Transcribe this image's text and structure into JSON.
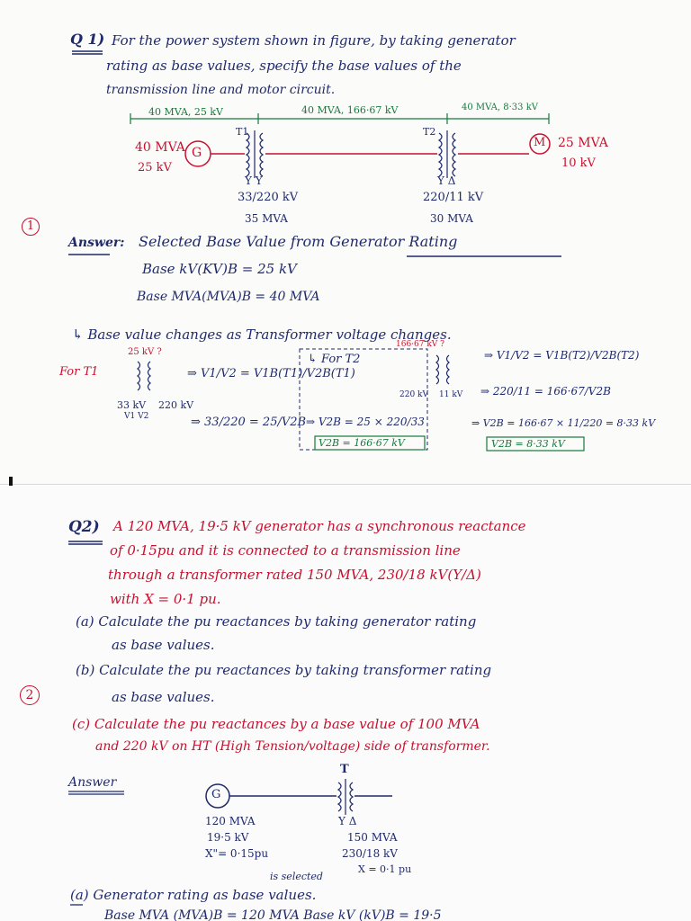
{
  "page1": {
    "margin_number": "1",
    "q1": {
      "label": "Q 1)",
      "line1": "For the power system shown in figure, by taking generator",
      "line2": "rating as base values, specify the base values of the",
      "line3": "transmission line and motor circuit."
    },
    "diagram": {
      "zone1": "40 MVA, 25 kV",
      "zone2": "40 MVA, 166·67 kV",
      "zone3": "40 MVA, 8·33 kV",
      "gen_mva": "40 MVA",
      "gen_kv": "25 kV",
      "gen_symbol": "G",
      "motor_symbol": "M",
      "motor_mva": "25 MVA",
      "motor_kv": "10 kV",
      "t1_label": "T1",
      "t2_label": "T2",
      "t1_conn": "Y Y",
      "t2_conn": "Y Δ",
      "t1_ratio": "33/220 kV",
      "t1_mva": "35 MVA",
      "t2_ratio": "220/11 kV",
      "t2_mva": "30 MVA"
    },
    "answer": {
      "label": "Answer:",
      "selected": "Selected Base Value from Generator Rating",
      "base_kv": "Base kV(KV)B = 25 kV",
      "base_mva": "Base MVA(MVA)B = 40 MVA",
      "changes": "↳ Base value changes as Transformer voltage changes."
    },
    "t1_calc": {
      "for": "For T1",
      "zone_top": "25 kV ?",
      "left_kv": "33 kV",
      "right_kv": "220 kV",
      "v_labels": "V1   V2",
      "eq1": "⇒ V1/V2 = V1B(T1)/V2B(T1)",
      "eq2": "⇒ 33/220 = 25/V2B",
      "eq3": "⇒ V2B = 25 × 220/33",
      "result": "V2B = 166·67 kV"
    },
    "t2_calc": {
      "for": "↳ For T2",
      "zone_top": "166·67 kV ?",
      "left_kv": "220 kV",
      "right_kv": "11 kV",
      "eq1": "⇒ V1/V2 = V1B(T2)/V2B(T2)",
      "eq2": "⇒ 220/11 = 166·67/V2B",
      "eq3": "⇒ V2B = 166·67 × 11/220 = 8·33 kV",
      "result": "V2B = 8·33 kV"
    }
  },
  "page2": {
    "margin_number": "2",
    "q2": {
      "label": "Q2)",
      "line1": "A 120 MVA, 19·5 kV generator has a synchronous reactance",
      "line2": "of 0·15pu and it is connected to a transmission line",
      "line3": "through a transformer rated 150 MVA, 230/18 kV(Y/Δ)",
      "line4": "with X = 0·1 pu."
    },
    "parts": {
      "a1": "(a) Calculate the pu reactances by taking generator rating",
      "a2": "as base values.",
      "b1": "(b) Calculate the pu reactances by taking transformer rating",
      "b2": "as base values.",
      "c1": "(c) Calculate the pu reactances by a base value of 100 MVA",
      "c2": "and 220 kV on HT (High Tension/voltage) side of transformer."
    },
    "answer": {
      "label": "Answer"
    },
    "diagram": {
      "gen_symbol": "G",
      "t_label": "T",
      "gen_mva": "120 MVA",
      "gen_kv": "19·5 kV",
      "gen_x": "X\"= 0·15pu",
      "t_conn": "Y Δ",
      "t_mva": "150 MVA",
      "t_ratio": "230/18 kV",
      "t_x": "X = 0·1 pu"
    },
    "part_a": {
      "note": "is selected",
      "line1": "(a) Generator rating as base values.",
      "line2": "Base MVA (MVA)B = 120 MVA      Base kV (kV)B = 19·5"
    }
  }
}
